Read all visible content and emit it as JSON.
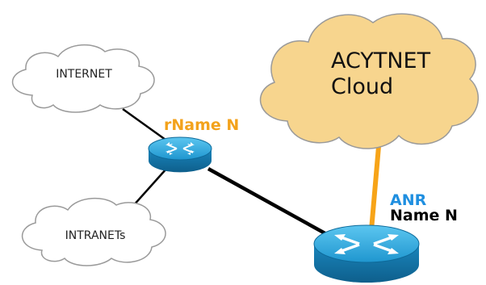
{
  "diagram": {
    "clouds": {
      "internet": {
        "label": "INTERNET",
        "fill": "#ffffff",
        "stroke": "#9a9a9a"
      },
      "intranets": {
        "label": "INTRANETs",
        "fill": "#ffffff",
        "stroke": "#9a9a9a"
      },
      "acytnet": {
        "label_line1": "ACYTNET",
        "label_line2": "Cloud",
        "fill": "#f7d58e",
        "stroke": "#9a9a9a"
      }
    },
    "routers": {
      "remote": {
        "label": "rName N",
        "label_color": "#f3a21b"
      },
      "anr": {
        "label_line1": "ANR",
        "label_line2": "Name N",
        "label1_color": "#1f8fe0",
        "label2_color": "#000000"
      }
    },
    "links": [
      {
        "from": "internet",
        "to": "remote",
        "color": "#000000"
      },
      {
        "from": "intranets",
        "to": "remote",
        "color": "#000000"
      },
      {
        "from": "remote",
        "to": "anr",
        "color": "#000000"
      },
      {
        "from": "anr",
        "to": "acytnet",
        "color": "#f7a418"
      }
    ],
    "colors": {
      "router_top": "#2aa7d9",
      "router_side": "#1478ad",
      "arrow": "#ffffff"
    }
  }
}
